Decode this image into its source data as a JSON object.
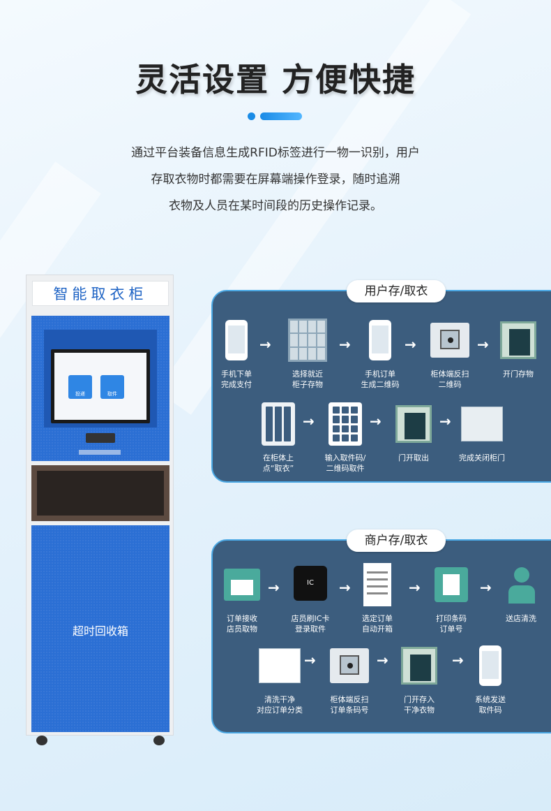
{
  "header": {
    "title": "灵活设置  方便快捷",
    "desc_lines": [
      "通过平台装备信息生成RFID标签进行一物一识别，用户",
      "存取衣物时都需要在屏幕端操作登录，随时追溯",
      "衣物及人员在某时间段的历史操作记录。"
    ]
  },
  "cabinet": {
    "title": "智能取衣柜",
    "screen_btn_1": "投递",
    "screen_btn_2": "取件",
    "lower_label": "超时回收箱"
  },
  "user_panel": {
    "tag": "用户存/取衣",
    "row1": [
      "手机下单\n完成支付",
      "选择就近\n柜子存物",
      "手机订单\n生成二维码",
      "柜体端反扫\n二维码",
      "开门存物"
    ],
    "row2": [
      "在柜体上\n点“取衣”",
      "输入取件码/\n二维码取件",
      "门开取出",
      "完成关闭柜门"
    ]
  },
  "merchant_panel": {
    "tag": "商户存/取衣",
    "row1": [
      "订单接收\n店员取物",
      "店员刷IC卡\n登录取件",
      "选定订单\n自动开箱",
      "打印条码\n订单号",
      "送店清洗"
    ],
    "row2": [
      "清洗干净\n对应订单分类",
      "柜体端反扫\n订单条码号",
      "门开存入\n干净衣物",
      "系统发送\n取件码"
    ]
  },
  "icons": {
    "arrow": "→",
    "card_text": "IC"
  },
  "colors": {
    "accent": "#1a8be6",
    "panel_bg": "#3c5d7e",
    "panel_border": "#4aa8e4",
    "cabinet_blue": "#2b6fd4"
  }
}
